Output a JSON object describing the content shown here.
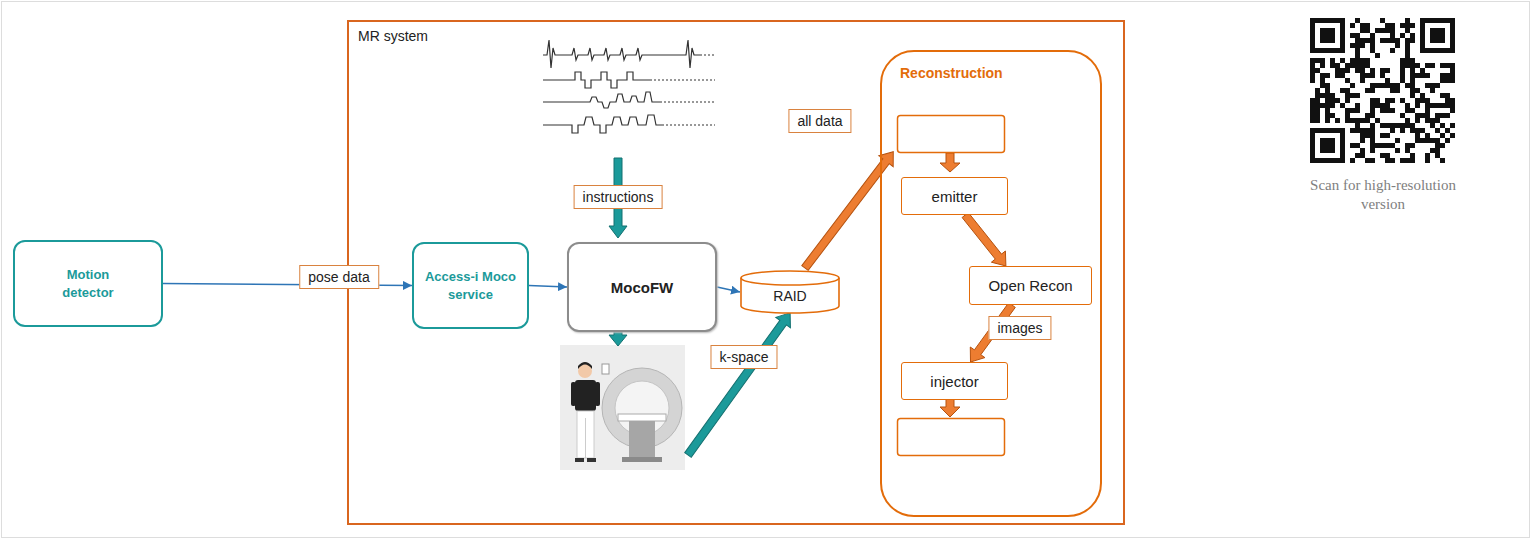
{
  "diagram": {
    "nodes": [
      {
        "text": [
          "Motion detector"
        ]
      },
      {
        "text": [
          "MR system"
        ]
      },
      {
        "text": [
          "Access-i Moco service"
        ],
        "in": 1
      },
      {
        "text": [
          "MocoFW"
        ],
        "in": 1
      },
      {
        "text": [
          "RAID"
        ],
        "in": 1
      },
      {
        "text": [
          "Reconstruction"
        ],
        "in": 1
      },
      {
        "text": [
          "emitter"
        ],
        "in": 5
      },
      {
        "text": [
          "Open Recon"
        ],
        "in": 5
      },
      {
        "text": [
          "injector"
        ],
        "in": 5
      }
    ],
    "edges": [
      {
        "from": 0,
        "to": 2,
        "label": "pose data",
        "arrow": "to"
      },
      {
        "from": 2,
        "to": 3,
        "arrow": "to"
      },
      {
        "from": 3,
        "to": 4,
        "arrow": "to"
      },
      {
        "from": 6,
        "to": 7,
        "arrow": "to"
      },
      {
        "from": 7,
        "to": 8,
        "label": "images",
        "arrow": "to"
      }
    ],
    "labels": [
      "instructions",
      "all data",
      "k-space",
      "Scan for high-resolution version"
    ]
  }
}
